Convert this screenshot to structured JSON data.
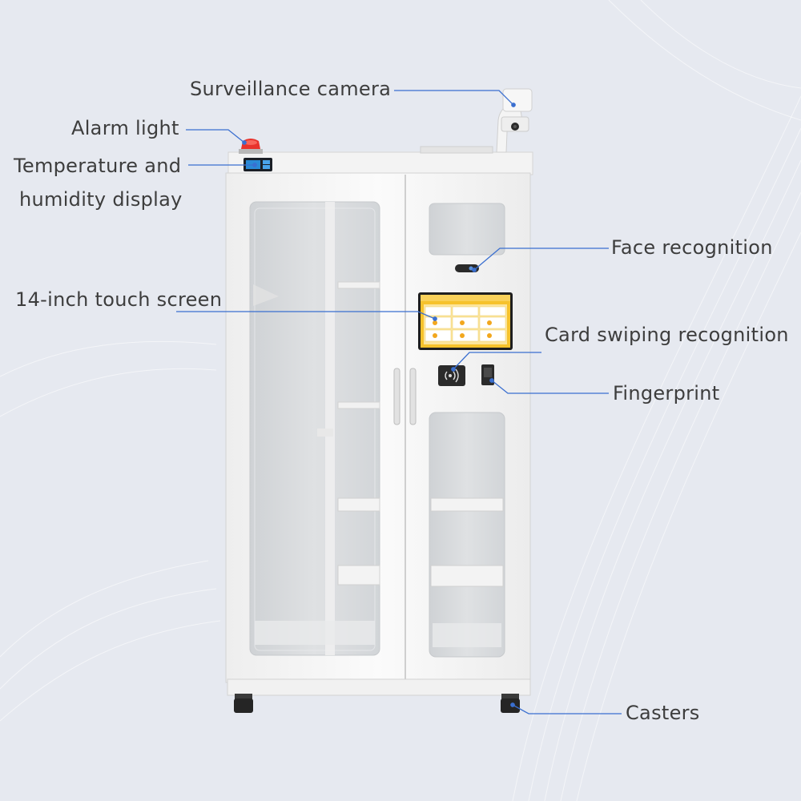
{
  "labels": {
    "surveillance_camera": "Surveillance camera",
    "alarm_light": "Alarm light",
    "temperature_line1": "Temperature and",
    "temperature_line2": "humidity display",
    "touch_screen": "14-inch touch screen",
    "face_recognition": "Face recognition",
    "card_swiping": "Card swiping recognition",
    "fingerprint": "Fingerprint",
    "casters": "Casters"
  },
  "colors": {
    "background": "#e6e9f0",
    "cabinet": "#f7f7f7",
    "glass": "#d6d9dc",
    "leader_line": "#3a6fd0",
    "alarm_light": "#e8332c",
    "touch_screen": "#f6c22c",
    "display_screen": "#2a8ad6",
    "label_text": "#3d3d3d"
  },
  "icons": {
    "card_reader": "nfc-icon"
  }
}
